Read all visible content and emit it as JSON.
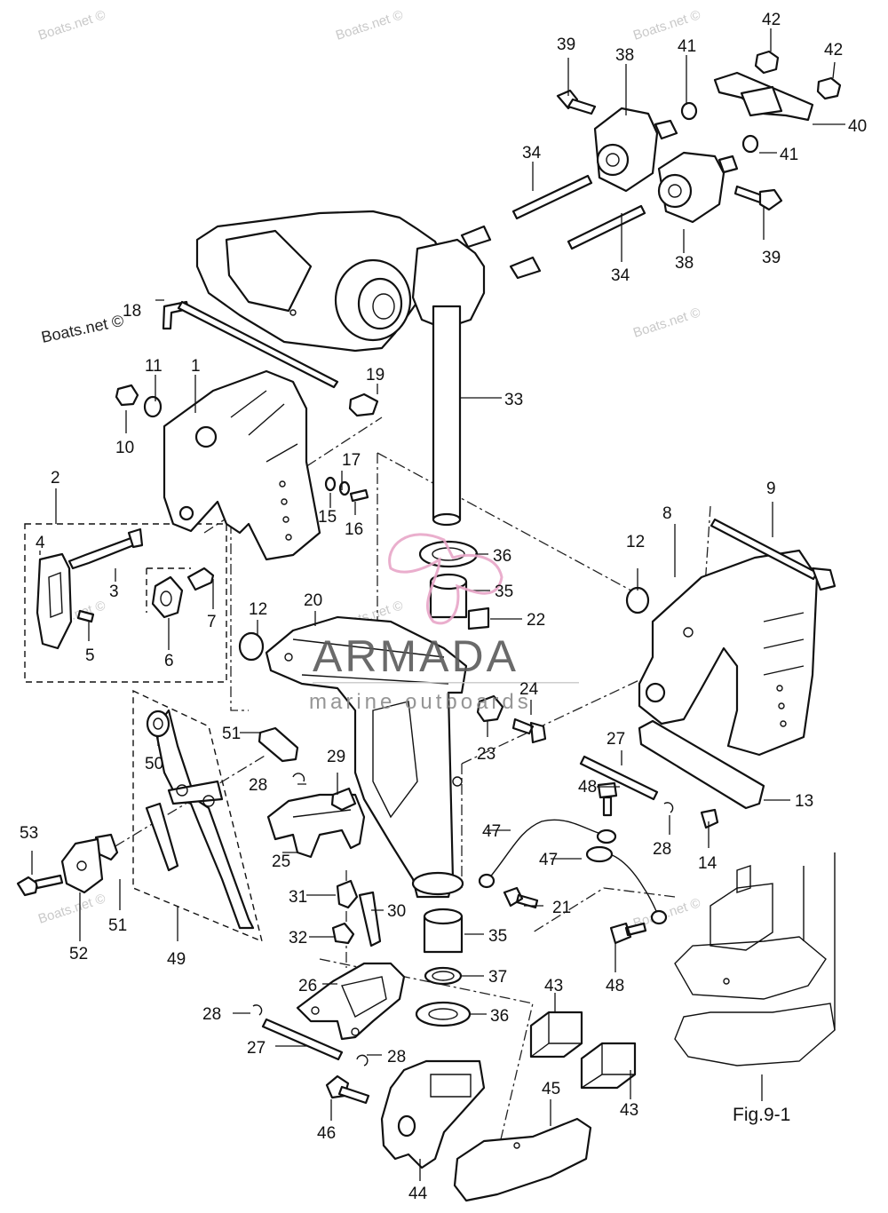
{
  "watermarks": [
    "Boats.net ©",
    "Boats.net ©",
    "Boats.net ©",
    "Boats.net ©",
    "Boats.net ©",
    "Boats.net ©",
    "Boats.net ©",
    "Boats.net ©"
  ],
  "brand": {
    "name": "ARMADA",
    "tagline": "marine outboards",
    "accent_color": "#e8a6c8"
  },
  "figure_caption": "Fig.9-1",
  "callouts": {
    "c1": "1",
    "c2": "2",
    "c3": "3",
    "c4": "4",
    "c5": "5",
    "c6": "6",
    "c7": "7",
    "c8": "8",
    "c9": "9",
    "c10": "10",
    "c11": "11",
    "c12a": "12",
    "c12b": "12",
    "c13": "13",
    "c14": "14",
    "c15": "15",
    "c16": "16",
    "c17": "17",
    "c18": "18",
    "c19": "19",
    "c20": "20",
    "c21": "21",
    "c22": "22",
    "c23": "23",
    "c24": "24",
    "c25": "25",
    "c26": "26",
    "c27a": "27",
    "c27b": "27",
    "c28a": "28",
    "c28b": "28",
    "c28c": "28",
    "c28d": "28",
    "c29": "29",
    "c30": "30",
    "c31": "31",
    "c32": "32",
    "c33": "33",
    "c34a": "34",
    "c34b": "34",
    "c35a": "35",
    "c35b": "35",
    "c36a": "36",
    "c36b": "36",
    "c37": "37",
    "c38a": "38",
    "c38b": "38",
    "c39a": "39",
    "c39b": "39",
    "c40": "40",
    "c41a": "41",
    "c41b": "41",
    "c42a": "42",
    "c42b": "42",
    "c43a": "43",
    "c43b": "43",
    "c44": "44",
    "c45": "45",
    "c46": "46",
    "c47a": "47",
    "c47b": "47",
    "c48a": "48",
    "c48b": "48",
    "c49": "49",
    "c50": "50",
    "c51a": "51",
    "c51b": "51",
    "c52": "52",
    "c53": "53"
  }
}
